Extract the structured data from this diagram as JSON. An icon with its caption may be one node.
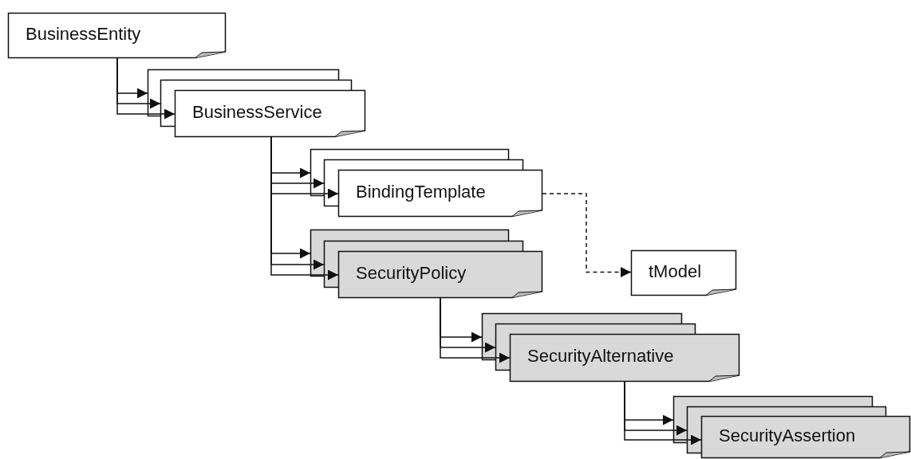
{
  "diagram": {
    "nodes": [
      {
        "text": [
          "BusinessEntity"
        ]
      },
      {
        "text": [
          "BusinessService"
        ]
      },
      {
        "text": [
          "BindingTemplate"
        ]
      },
      {
        "text": [
          "SecurityPolicy"
        ]
      },
      {
        "text": [
          "tModel"
        ]
      },
      {
        "text": [
          "SecurityAlternative"
        ]
      },
      {
        "text": [
          "SecurityAssertion"
        ]
      }
    ],
    "edges": [
      {
        "from": 0,
        "to": 1,
        "arrow": "to"
      },
      {
        "from": 0,
        "to": 1,
        "arrow": "to"
      },
      {
        "from": 0,
        "to": 1,
        "arrow": "to"
      },
      {
        "from": 1,
        "to": 2,
        "arrow": "to"
      },
      {
        "from": 1,
        "to": 2,
        "arrow": "to"
      },
      {
        "from": 1,
        "to": 2,
        "arrow": "to"
      },
      {
        "from": 1,
        "to": 3,
        "arrow": "to"
      },
      {
        "from": 1,
        "to": 3,
        "arrow": "to"
      },
      {
        "from": 1,
        "to": 3,
        "arrow": "to"
      },
      {
        "from": 2,
        "to": 4,
        "arrow": "to",
        "style": "dashed"
      },
      {
        "from": 3,
        "to": 5,
        "arrow": "to"
      },
      {
        "from": 3,
        "to": 5,
        "arrow": "to"
      },
      {
        "from": 3,
        "to": 5,
        "arrow": "to"
      },
      {
        "from": 5,
        "to": 6,
        "arrow": "to"
      },
      {
        "from": 5,
        "to": 6,
        "arrow": "to"
      },
      {
        "from": 5,
        "to": 6,
        "arrow": "to"
      }
    ]
  }
}
